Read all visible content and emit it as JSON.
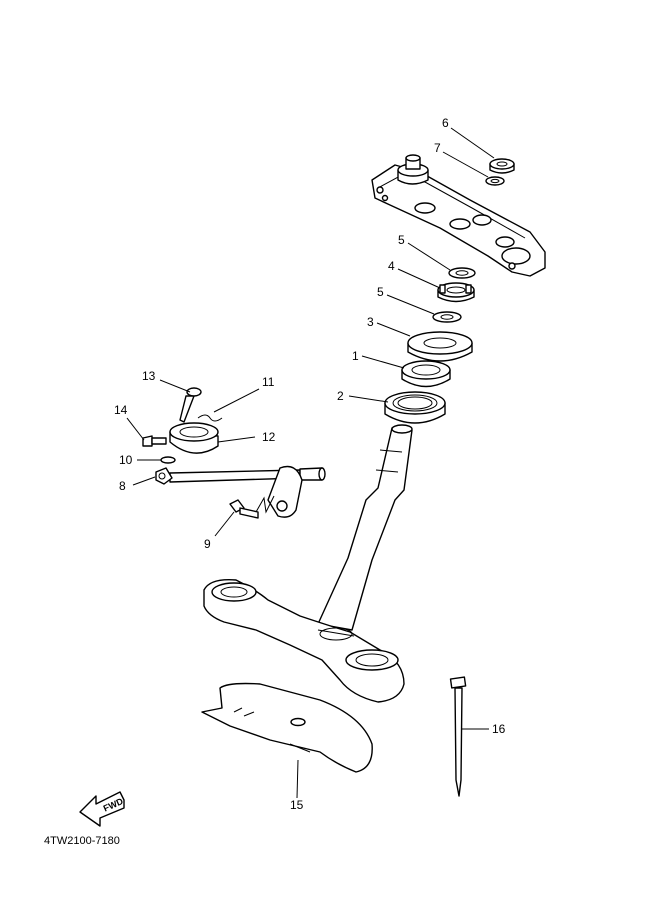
{
  "diagram_code": "4TW2100-7180",
  "fwd_label": "FWD",
  "callouts": {
    "c1": "1",
    "c2": "2",
    "c3": "3",
    "c4": "4",
    "c5a": "5",
    "c5b": "5",
    "c6": "6",
    "c7": "7",
    "c8": "8",
    "c9": "9",
    "c10": "10",
    "c11": "11",
    "c12": "12",
    "c13": "13",
    "c14": "14",
    "c15": "15",
    "c16": "16"
  }
}
